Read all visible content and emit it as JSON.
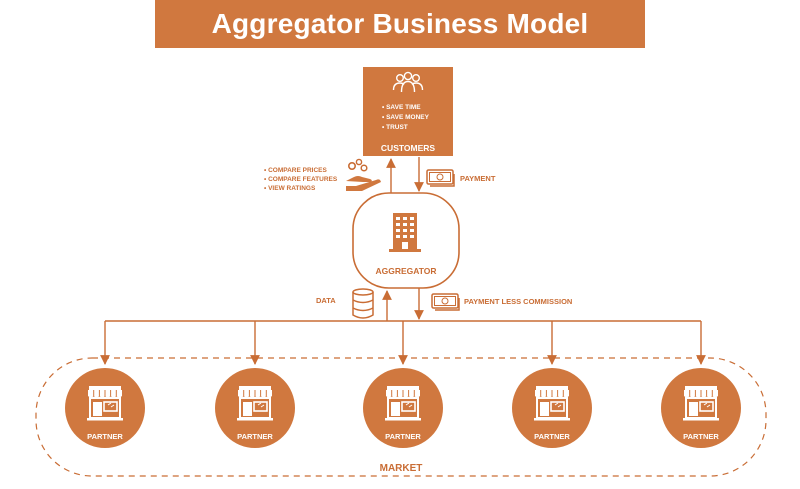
{
  "title": "Aggregator Business Model",
  "colors": {
    "accent": "#d0783f",
    "line": "#c96d35",
    "white": "#ffffff"
  },
  "customers": {
    "label": "CUSTOMERS",
    "icon": "people-group-icon",
    "benefits": [
      "SAVE TIME",
      "SAVE MONEY",
      "TRUST"
    ]
  },
  "aggregator": {
    "label": "AGGREGATOR",
    "icon": "building-icon"
  },
  "flows": {
    "compare": {
      "icon": "hand-gears-icon",
      "items": [
        "COMPARE PRICES",
        "COMPARE FEATURES",
        "VIEW RATINGS"
      ]
    },
    "payment": {
      "label": "PAYMENT",
      "icon": "cash-icon"
    },
    "data": {
      "label": "DATA",
      "icon": "database-icon"
    },
    "payment_less_commission": {
      "label": "PAYMENT LESS COMMISSION",
      "icon": "cash-icon"
    }
  },
  "partners": [
    {
      "label": "PARTNER",
      "icon": "storefront-icon"
    },
    {
      "label": "PARTNER",
      "icon": "storefront-icon"
    },
    {
      "label": "PARTNER",
      "icon": "storefront-icon"
    },
    {
      "label": "PARTNER",
      "icon": "storefront-icon"
    },
    {
      "label": "PARTNER",
      "icon": "storefront-icon"
    }
  ],
  "market": {
    "label": "MARKET"
  }
}
